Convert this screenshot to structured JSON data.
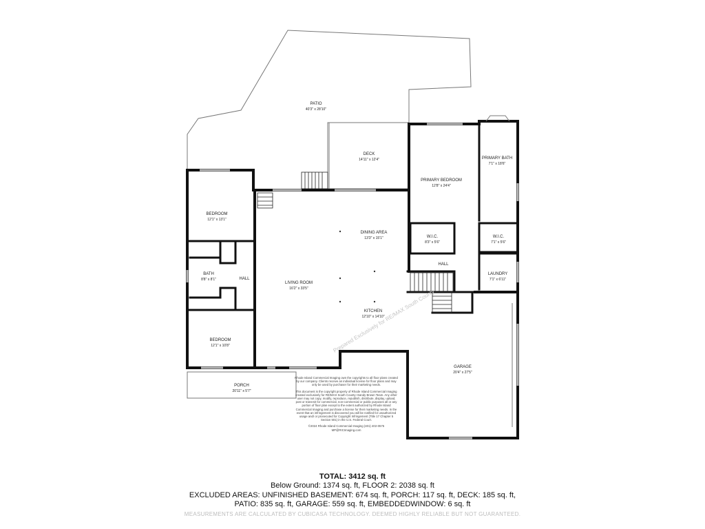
{
  "rooms": {
    "patio": {
      "name": "PATIO",
      "dims": "40'3\" x 28'10\""
    },
    "deck": {
      "name": "DECK",
      "dims": "14'11\" x 12'4\""
    },
    "primary_bedroom": {
      "name": "PRIMARY BEDROOM",
      "dims": "12'8\" x 24'4\""
    },
    "primary_bath": {
      "name": "PRIMARY BATH",
      "dims": "7'1\" x 18'6\""
    },
    "bedroom_1": {
      "name": "BEDROOM",
      "dims": "12'1\" x 13'1\""
    },
    "dining_area": {
      "name": "DINING AREA",
      "dims": "13'3\" x 15'1\""
    },
    "wic_1": {
      "name": "W.I.C.",
      "dims": "8'3\" x 5'6\""
    },
    "wic_2": {
      "name": "W.I.C.",
      "dims": "7'1\" x 5'6\""
    },
    "hall_1": {
      "name": "HALL"
    },
    "bath": {
      "name": "BATH",
      "dims": "8'8\" x 8'1\""
    },
    "hall_2": {
      "name": "HALL"
    },
    "living_room": {
      "name": "LIVING ROOM",
      "dims": "16'2\" x 33'5\""
    },
    "laundry": {
      "name": "LAUNDRY",
      "dims": "7'1\" x 6'11\""
    },
    "kitchen": {
      "name": "KITCHEN",
      "dims": "12'10\" x 14'10\""
    },
    "bedroom_2": {
      "name": "BEDROOM",
      "dims": "12'1\" x 10'8\""
    },
    "garage": {
      "name": "GARAGE",
      "dims": "20'4\" x 27'5\""
    },
    "porch": {
      "name": "PORCH",
      "dims": "20'11\" x 5'7\""
    }
  },
  "watermark": "Prepared Exclusively for RE/MAX South County",
  "copyright": {
    "p1": "Rhode Island Commercial Imaging own the copyrights to all floor plans created by our company. Clients receive an individual license for floor plans and may only be used by purchaser for their marketing needs.",
    "p2": "This document is the copyright property of Rhode Island Commercial Imaging created exclusively for RE/MAX South County~Sandy Brown Team. Any other user may not copy, modify, reproduce, republish, distribute, display, upload, post or transmit for commercial, non-commercial or public purposes all or any portion of floor plan except to the extent authorized by Rhode Island Commercial Imaging and purchase a license for their marketing needs. In the event that an infringement is discovered you will be notified for unauthorized usage and/ or prosecuted for Copyright Infringement (Title 17 Chapter 5 Section 501) in the U.S. Federal Court.",
    "p3": "©2024 Rhode Island Commercial Imaging (401) 402-0575",
    "p4": "MP@RICImaging.com"
  },
  "summary": {
    "total": "TOTAL: 3412 sq. ft",
    "line1": "Below Ground: 1374 sq. ft, FLOOR 2: 2038 sq. ft",
    "line2": "EXCLUDED AREAS: UNFINISHED BASEMENT: 674 sq. ft, PORCH: 117 sq. ft, DECK: 185 sq. ft,",
    "line3": "PATIO: 835 sq. ft, GARAGE: 559 sq. ft, EMBEDDEDWINDOW: 6 sq. ft"
  },
  "footer_note": "MEASUREMENTS ARE CALCULATED BY CUBICASA TECHNOLOGY. DEEMED HIGHLY RELIABLE BUT NOT GUARANTEED."
}
